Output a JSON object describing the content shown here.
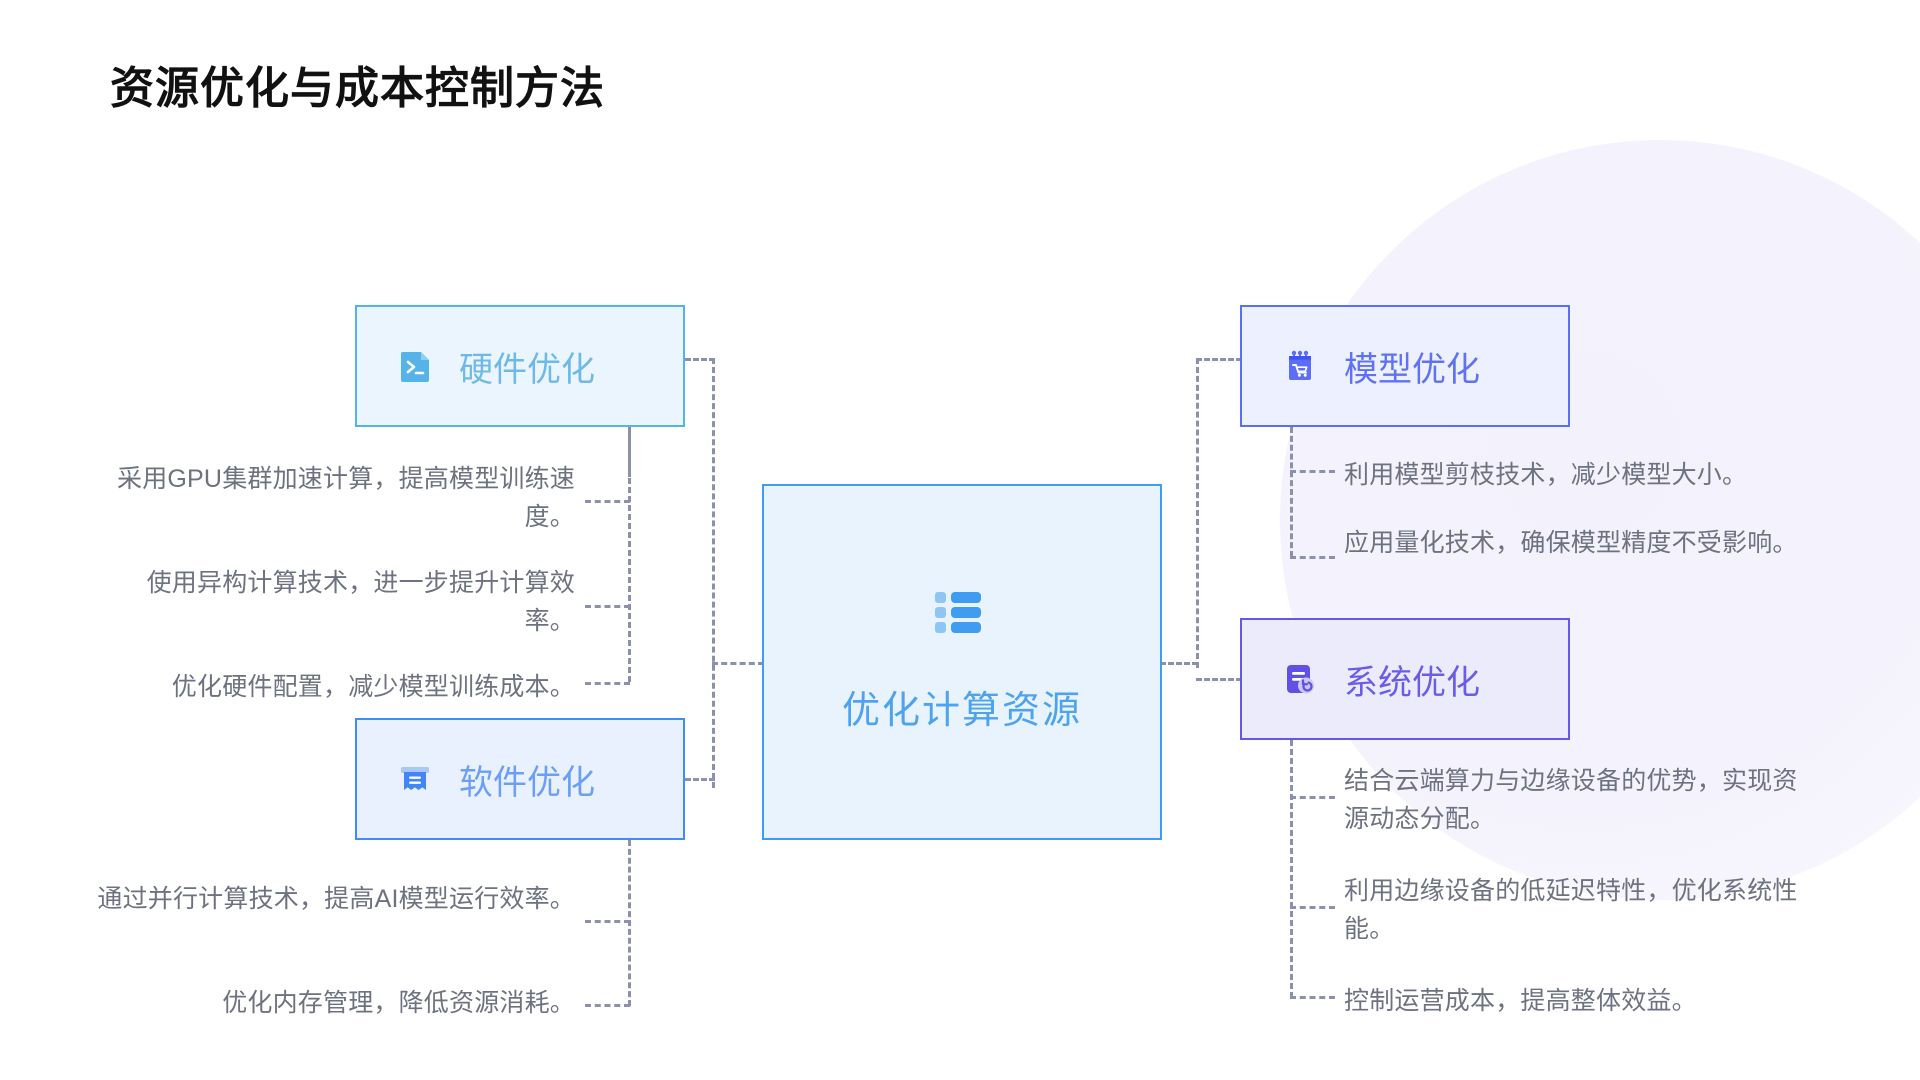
{
  "page": {
    "title": "资源优化与成本控制方法",
    "background": "#ffffff",
    "blob_color": "#f4f2fc"
  },
  "center": {
    "label": "优化计算资源",
    "icon": "list-icon",
    "fill": "#e8f3fd",
    "border": "#3f9cf0",
    "text_color": "#4ea3ef"
  },
  "branches": [
    {
      "id": "hardware",
      "label": "硬件优化",
      "icon": "terminal-icon",
      "side": "left",
      "fill": "#eaf5fd",
      "border": "#56b3e8",
      "text_color": "#6fb9e8",
      "items": [
        "采用GPU集群加速计算，提高模型训练速度。",
        "使用异构计算技术，进一步提升计算效率。",
        "优化硬件配置，减少模型训练成本。"
      ]
    },
    {
      "id": "software",
      "label": "软件优化",
      "icon": "receipt-icon",
      "side": "left",
      "fill": "#e9f1fe",
      "border": "#3f8ef7",
      "text_color": "#6b9ff5",
      "items": [
        "通过并行计算技术，提高AI模型运行效率。",
        "优化内存管理，降低资源消耗。"
      ]
    },
    {
      "id": "model",
      "label": "模型优化",
      "icon": "cart-calendar-icon",
      "side": "right",
      "fill": "#edf0fe",
      "border": "#5b6ef5",
      "text_color": "#5f72f2",
      "items": [
        "利用模型剪枝技术，减少模型大小。",
        "应用量化技术，确保模型精度不受影响。"
      ]
    },
    {
      "id": "system",
      "label": "系统优化",
      "icon": "document-undo-icon",
      "side": "right",
      "fill": "#ecebfc",
      "border": "#6557e8",
      "text_color": "#6b5ce8",
      "items": [
        "结合云端算力与边缘设备的优势，实现资源动态分配。",
        "利用边缘设备的低延迟特性，优化系统性能。",
        "控制运营成本，提高整体效益。"
      ]
    }
  ],
  "connector": {
    "color": "#8b90ad",
    "style": "dashed"
  }
}
